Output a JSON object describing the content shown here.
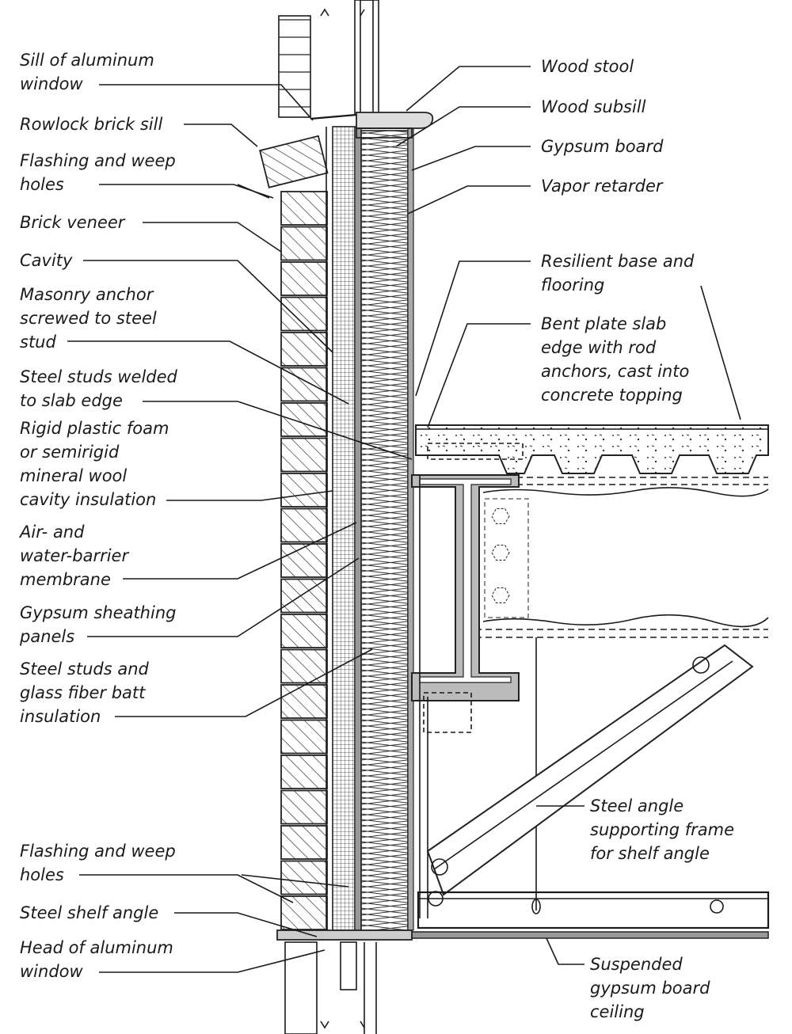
{
  "left_labels": [
    {
      "id": "sill-of-aluminum-window",
      "lines": [
        "Sill of aluminum",
        "window"
      ]
    },
    {
      "id": "rowlock-brick-sill",
      "lines": [
        "Rowlock brick sill"
      ]
    },
    {
      "id": "flashing-and-weep-holes-top",
      "lines": [
        "Flashing and weep",
        "holes"
      ]
    },
    {
      "id": "brick-veneer",
      "lines": [
        "Brick veneer"
      ]
    },
    {
      "id": "cavity",
      "lines": [
        "Cavity"
      ]
    },
    {
      "id": "masonry-anchor",
      "lines": [
        "Masonry anchor",
        "screwed to steel",
        "stud"
      ]
    },
    {
      "id": "steel-studs-welded",
      "lines": [
        "Steel studs welded",
        "to slab edge"
      ]
    },
    {
      "id": "rigid-plastic-foam",
      "lines": [
        "Rigid plastic foam",
        "or semirigid",
        "mineral wool",
        "cavity insulation"
      ]
    },
    {
      "id": "air-water-barrier",
      "lines": [
        "Air- and",
        "water-barrier",
        "membrane"
      ]
    },
    {
      "id": "gypsum-sheathing",
      "lines": [
        "Gypsum sheathing",
        "panels"
      ]
    },
    {
      "id": "steel-studs-batt",
      "lines": [
        "Steel studs and",
        "glass fiber batt",
        "insulation"
      ]
    },
    {
      "id": "flashing-and-weep-holes-bottom",
      "lines": [
        "Flashing and weep",
        "holes"
      ]
    },
    {
      "id": "steel-shelf-angle",
      "lines": [
        "Steel shelf angle"
      ]
    },
    {
      "id": "head-of-aluminum-window",
      "lines": [
        "Head of aluminum",
        "window"
      ]
    }
  ],
  "right_labels": [
    {
      "id": "wood-stool",
      "lines": [
        "Wood stool"
      ]
    },
    {
      "id": "wood-subsill",
      "lines": [
        "Wood subsill"
      ]
    },
    {
      "id": "gypsum-board",
      "lines": [
        "Gypsum board"
      ]
    },
    {
      "id": "vapor-retarder",
      "lines": [
        "Vapor retarder"
      ]
    },
    {
      "id": "resilient-base",
      "lines": [
        "Resilient base and",
        "flooring"
      ]
    },
    {
      "id": "bent-plate",
      "lines": [
        "Bent plate slab",
        "edge with rod",
        "anchors, cast into",
        "concrete topping"
      ]
    },
    {
      "id": "steel-angle-frame",
      "lines": [
        "Steel angle",
        "supporting frame",
        "for shelf angle"
      ]
    },
    {
      "id": "suspended-ceiling",
      "lines": [
        "Suspended",
        "gypsum board",
        "ceiling"
      ]
    }
  ]
}
